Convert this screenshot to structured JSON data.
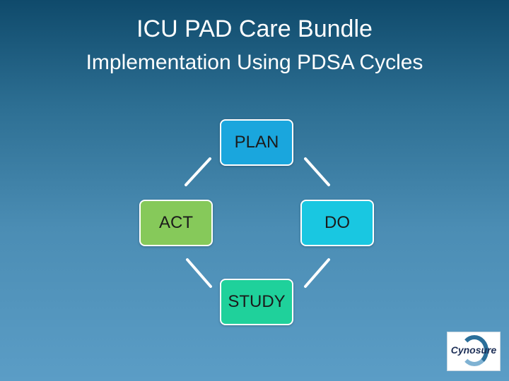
{
  "slide": {
    "title": "ICU PAD Care Bundle",
    "subtitle": "Implementation Using PDSA Cycles"
  },
  "cycle": {
    "plan": {
      "label": "PLAN",
      "color": "#1aa6dd"
    },
    "do": {
      "label": "DO",
      "color": "#19c7e1"
    },
    "study": {
      "label": "STUDY",
      "color": "#1fd19b"
    },
    "act": {
      "label": "ACT",
      "color": "#86c95a"
    }
  },
  "logo": {
    "text": "Cynosure"
  }
}
